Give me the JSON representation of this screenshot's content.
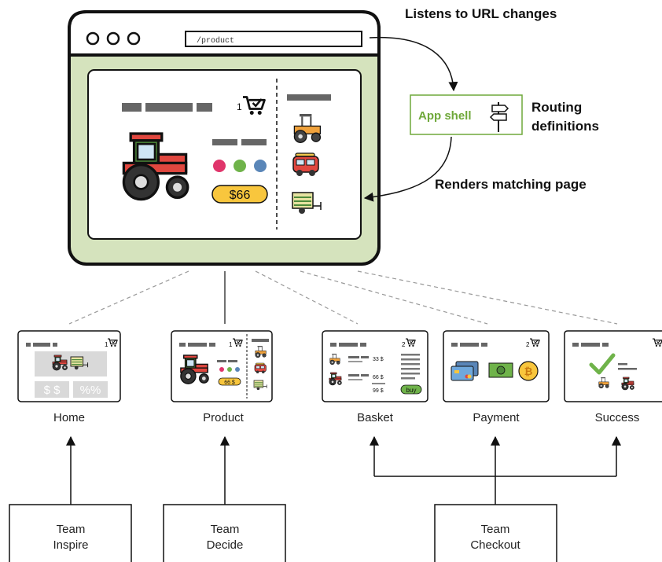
{
  "browser": {
    "url": "/product",
    "cart_count": "1",
    "price": "$66"
  },
  "annotations": {
    "listens": "Listens to URL changes",
    "renders": "Renders matching page",
    "routing_line1": "Routing",
    "routing_line2": "definitions"
  },
  "app_shell": {
    "label": "App shell"
  },
  "pages": {
    "home": {
      "label": "Home",
      "cart_count": "1",
      "discount1": "$ $",
      "discount2": "%%"
    },
    "product": {
      "label": "Product",
      "cart_count": "1",
      "price": "66 $"
    },
    "basket": {
      "label": "Basket",
      "cart_count": "2",
      "price1": "33 $",
      "price2": "66 $",
      "total": "99 $",
      "buy": "buy"
    },
    "payment": {
      "label": "Payment",
      "cart_count": "2"
    },
    "success": {
      "label": "Success"
    }
  },
  "teams": {
    "inspire": {
      "line1": "Team",
      "line2": "Inspire"
    },
    "decide": {
      "line1": "Team",
      "line2": "Decide"
    },
    "checkout": {
      "line1": "Team",
      "line2": "Checkout"
    }
  },
  "colors": {
    "shell_green": "#d5e3bd",
    "app_shell_green": "#6fa83a",
    "price_yellow": "#f8c63d",
    "tractor_green": "#4e8a3a",
    "tractor_red": "#e0473f",
    "dot_pink": "#e0356b",
    "dot_green": "#6fb34a",
    "dot_blue": "#5a86b8"
  },
  "icons": [
    "cart-icon",
    "tractor-icon",
    "bus-icon",
    "trailer-icon",
    "signpost-icon",
    "credit-card-icon",
    "cash-icon",
    "bitcoin-icon",
    "checkmark-icon"
  ]
}
